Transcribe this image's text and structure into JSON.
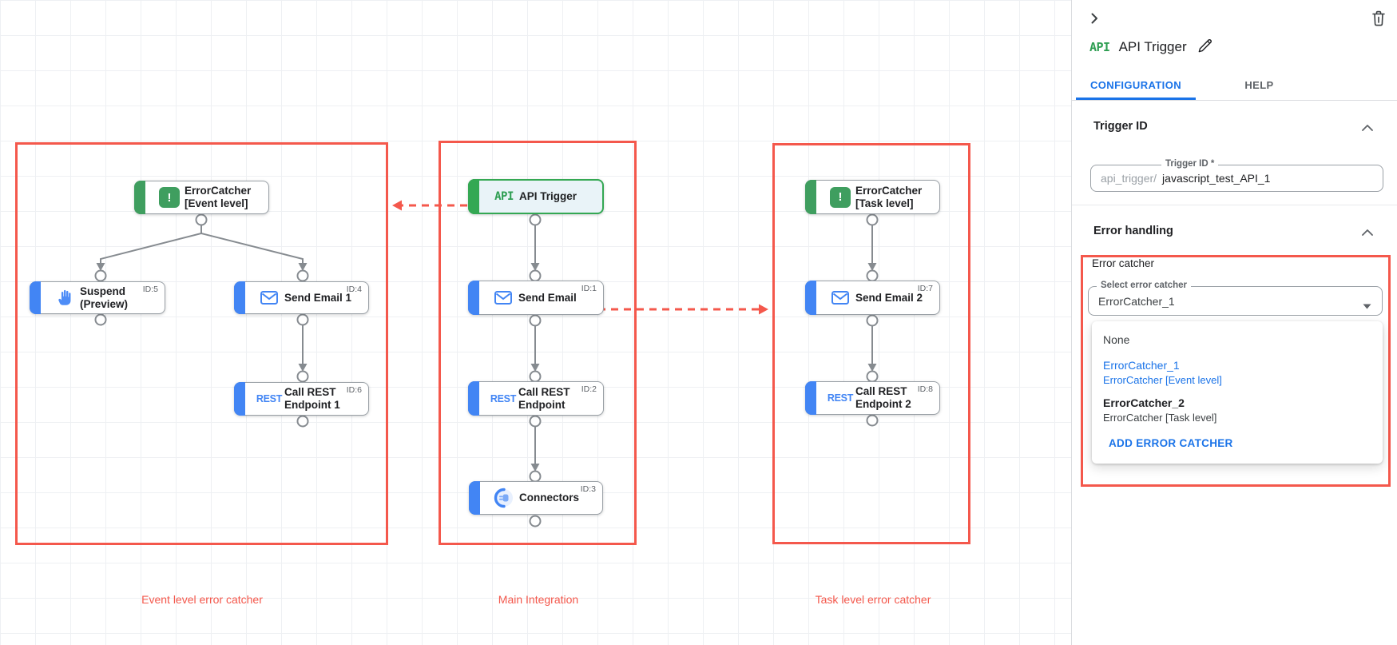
{
  "colors": {
    "annotation_red": "#f4584c",
    "status_dot_red": "#c5221f",
    "task_blue": "#4285f4",
    "trigger_green": "#34a853",
    "errorcatcher_green": "#3f9e5f",
    "link_blue": "#1a73e8",
    "wire_gray": "#868b90"
  },
  "icons": {
    "api_badge": "API",
    "rest_badge": "REST",
    "exclamation": "!",
    "panel_icons": [
      "chevron-right-icon",
      "trash-icon",
      "pencil-icon",
      "chevron-up-icon",
      "caret-down-icon"
    ],
    "node_icons": [
      "error-exclamation-icon",
      "hand-icon",
      "mail-icon",
      "rest-icon",
      "plug-icon",
      "api-icon"
    ]
  },
  "canvas": {
    "groups": [
      {
        "label": "Event level error catcher"
      },
      {
        "label": "Main Integration"
      },
      {
        "label": "Task level error catcher"
      }
    ],
    "nodes": [
      {
        "line1": "ErrorCatcher",
        "line2": "[Event level]",
        "id": ""
      },
      {
        "line1": "Suspend",
        "line2": "(Preview)",
        "id": "ID:5"
      },
      {
        "line1": "Send Email 1",
        "line2": "",
        "id": "ID:4"
      },
      {
        "line1": "Call REST",
        "line2": "Endpoint 1",
        "id": "ID:6"
      },
      {
        "line1": "API Trigger",
        "line2": "",
        "id": ""
      },
      {
        "line1": "Send Email",
        "line2": "",
        "id": "ID:1"
      },
      {
        "line1": "Call REST",
        "line2": "Endpoint",
        "id": "ID:2"
      },
      {
        "line1": "Connectors",
        "line2": "",
        "id": "ID:3"
      },
      {
        "line1": "ErrorCatcher",
        "line2": "[Task level]",
        "id": ""
      },
      {
        "line1": "Send Email 2",
        "line2": "",
        "id": "ID:7"
      },
      {
        "line1": "Call REST",
        "line2": "Endpoint 2",
        "id": "ID:8"
      }
    ]
  },
  "panel": {
    "title": "API Trigger",
    "tabs": {
      "configuration": "CONFIGURATION",
      "help": "HELP"
    },
    "trigger_id": {
      "section_title": "Trigger ID",
      "field_label": "Trigger ID *",
      "prefix": "api_trigger/",
      "value": "javascript_test_API_1"
    },
    "error_handling": {
      "section_title": "Error handling",
      "group_label": "Error catcher",
      "select_label": "Select error catcher",
      "select_value": "ErrorCatcher_1",
      "options": {
        "none": "None",
        "opt1_name": "ErrorCatcher_1",
        "opt1_detail": "ErrorCatcher [Event level]",
        "opt2_name": "ErrorCatcher_2",
        "opt2_detail": "ErrorCatcher [Task level]"
      },
      "add_button": "ADD ERROR CATCHER"
    }
  }
}
